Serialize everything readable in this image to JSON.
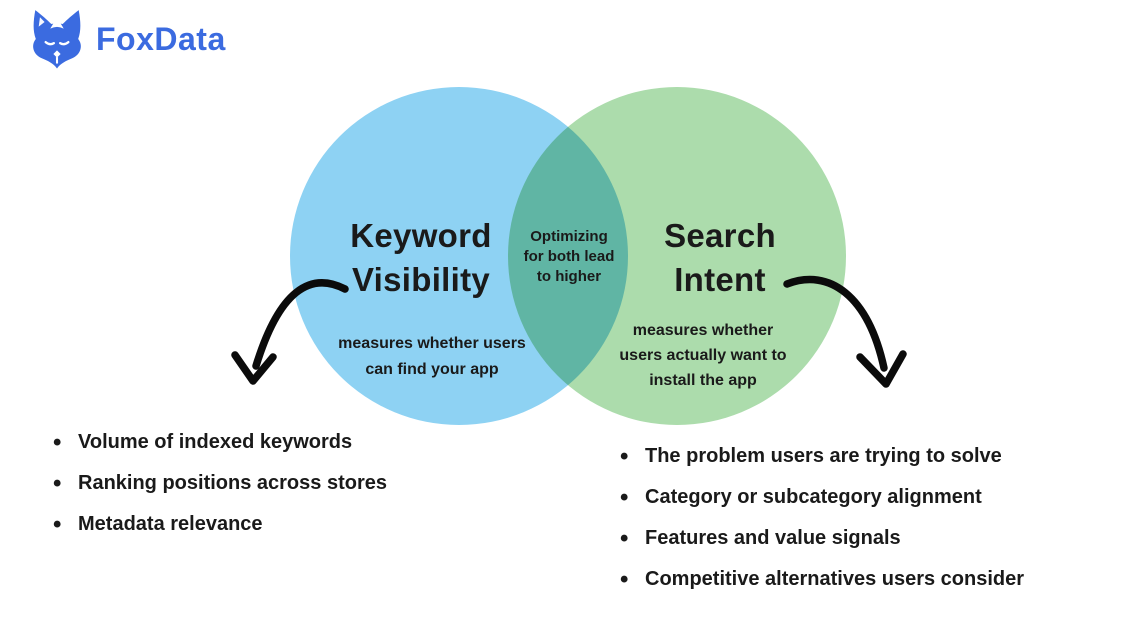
{
  "colors": {
    "background": "#FFFFFF",
    "logo-blue": "#3B6BE0",
    "blue-circle": "#8ED2F3",
    "green-circle": "#ACDCAC",
    "text-dark": "#1A1A1A",
    "arrow-black": "#0B0B0B"
  },
  "logo": {
    "brand": "FoxData",
    "icon": "fox-icon"
  },
  "venn": {
    "keyword_visibility": {
      "title_lines": [
        "Keyword",
        "Visibility"
      ],
      "subtitle_lines": [
        "measures whether users",
        "can find your app"
      ]
    },
    "search_intent": {
      "title_lines": [
        "Search",
        "Intent"
      ],
      "subtitle_lines": [
        "measures whether",
        "users actually want to",
        "install the app"
      ]
    },
    "overlap": {
      "text_lines": [
        "Optimizing",
        "for both lead",
        "to higher"
      ]
    }
  },
  "keyword_visibility_list": {
    "items": [
      "Volume of indexed keywords",
      "Ranking positions across stores",
      "Metadata relevance"
    ]
  },
  "search_intent_list": {
    "items": [
      "The problem users are trying to solve",
      "Category or subcategory alignment",
      "Features and value signals",
      "Competitive alternatives users consider"
    ]
  }
}
